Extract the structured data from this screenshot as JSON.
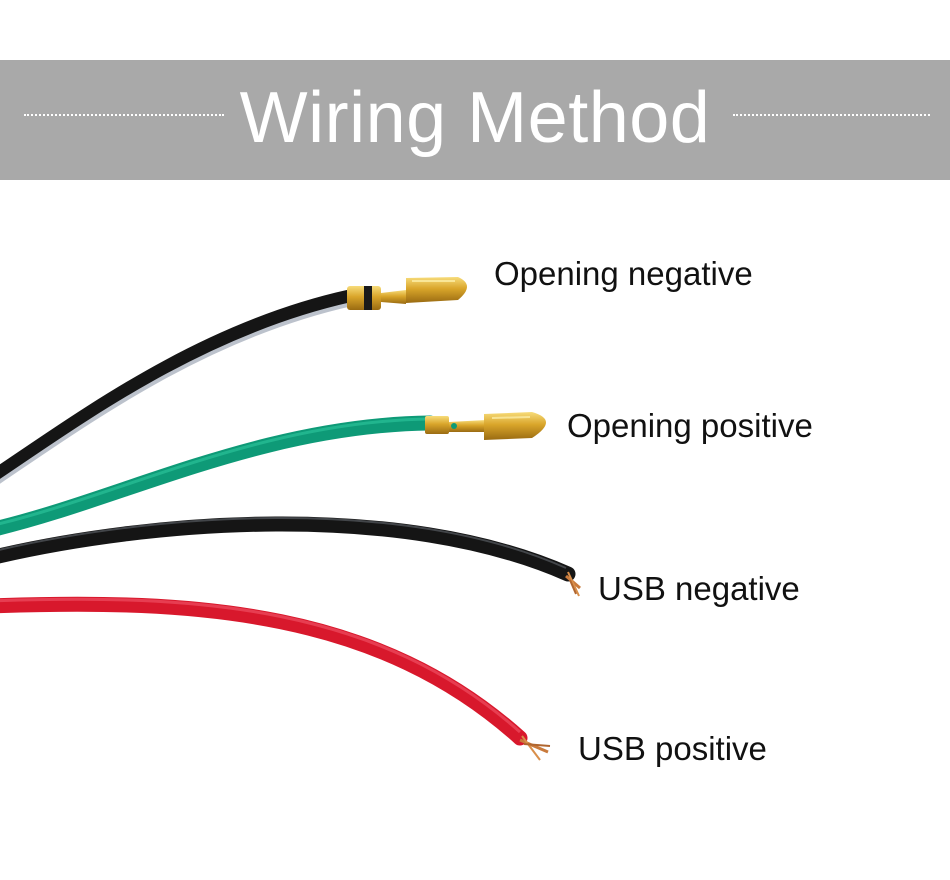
{
  "banner": {
    "title": "Wiring Method"
  },
  "wires": [
    {
      "label": "Opening negative",
      "color": "#1c1c1c",
      "terminal": "gold-connector"
    },
    {
      "label": "Opening positive",
      "color": "#0e9a77",
      "terminal": "gold-connector"
    },
    {
      "label": "USB negative",
      "color": "#1c1c1c",
      "terminal": "bare-copper"
    },
    {
      "label": "USB positive",
      "color": "#d8182c",
      "terminal": "bare-copper"
    }
  ],
  "colors": {
    "banner_bg": "#a9a9a9",
    "banner_text": "#ffffff",
    "label_text": "#111111",
    "gold": "#d9a52a",
    "copper": "#c97a3c"
  }
}
